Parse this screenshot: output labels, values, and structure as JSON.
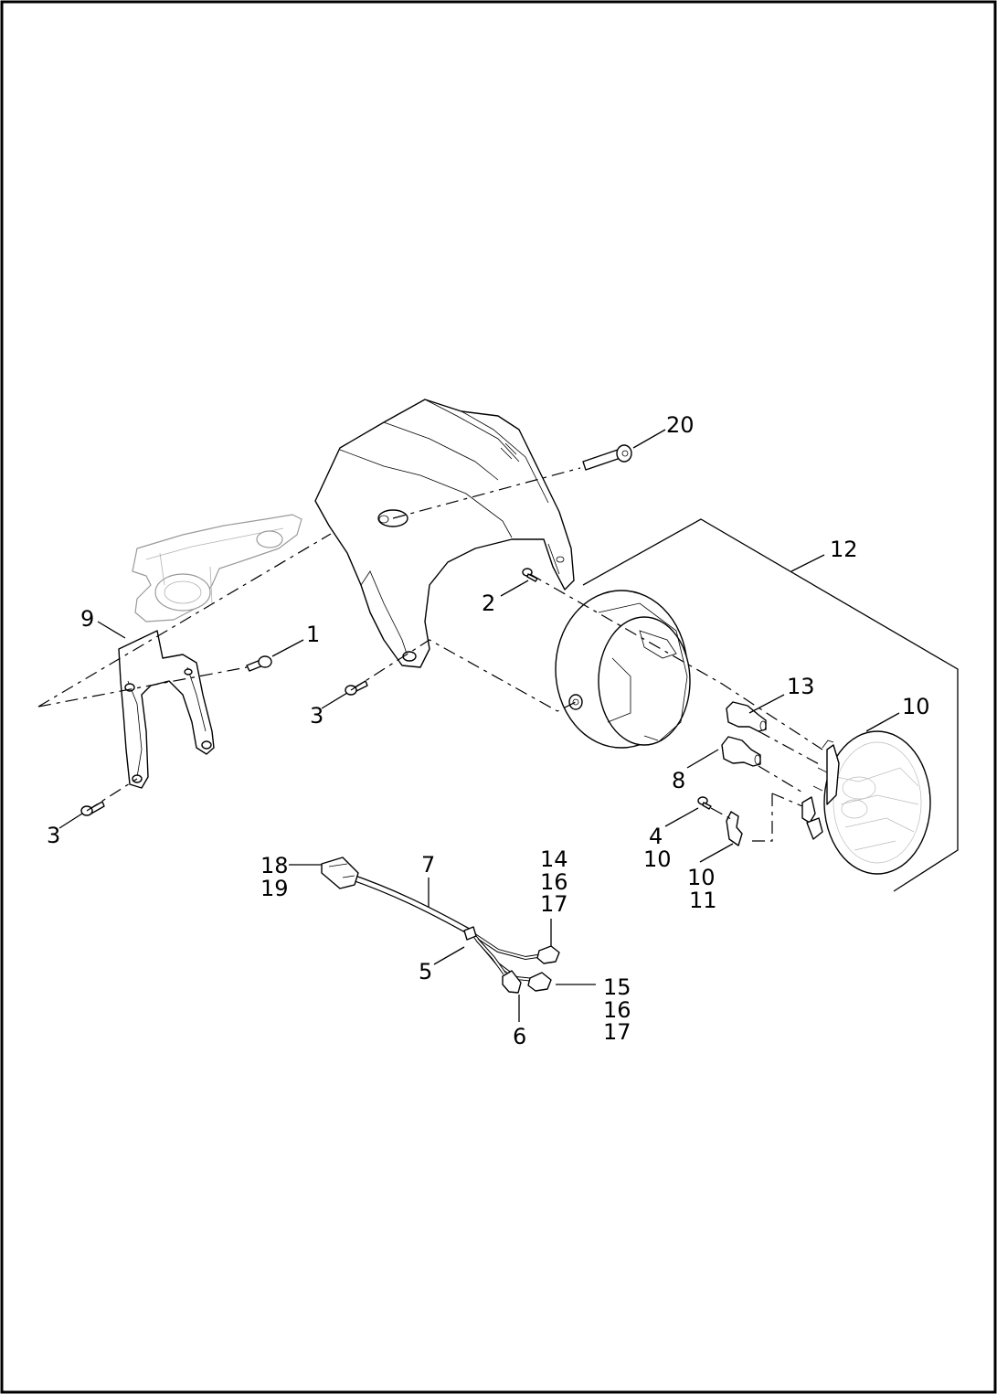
{
  "callouts": {
    "c20": "20",
    "c12": "12",
    "c2": "2",
    "c9": "9",
    "c1": "1",
    "c3a": "3",
    "c3b": "3",
    "c13": "13",
    "c10a": "10",
    "c8": "8",
    "c4": "4",
    "c10b": "10",
    "c10c": "10",
    "c11": "11",
    "c18": "18",
    "c19": "19",
    "c7": "7",
    "c14": "14",
    "c16a": "16",
    "c17a": "17",
    "c5": "5",
    "c15": "15",
    "c16b": "16",
    "c17b": "17",
    "c6": "6"
  }
}
